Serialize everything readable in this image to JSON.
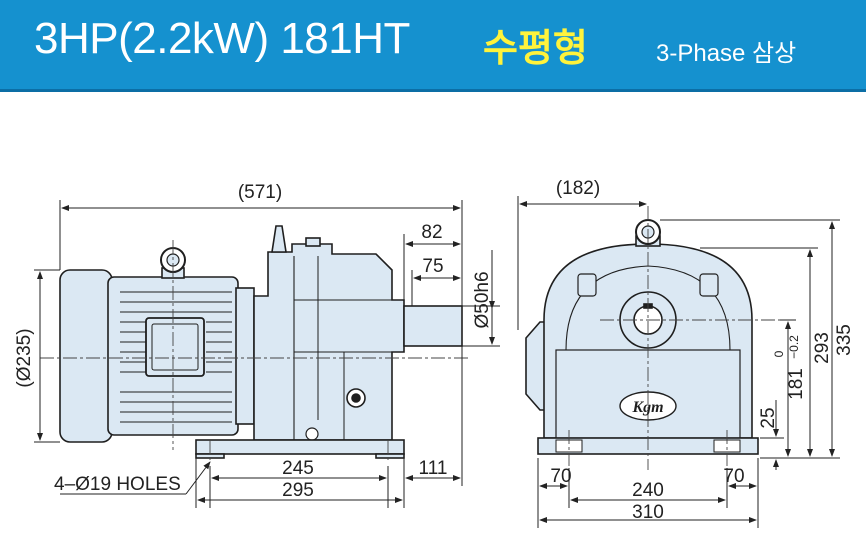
{
  "header": {
    "model": "3HP(2.2kW) 181HT",
    "type": "수평형",
    "phase": "3-Phase 삼상"
  },
  "side_view": {
    "overall_length": "(571)",
    "shaft_len_82": "82",
    "shaft_len_75": "75",
    "shaft_dia": "Ø50h6",
    "motor_dia": "(Ø235)",
    "holes": "4–Ø19 HOLES",
    "base_245": "245",
    "base_295": "295",
    "base_111": "111"
  },
  "front_view": {
    "width_182": "(182)",
    "height_335": "335",
    "height_293": "293",
    "height_181": "181",
    "tol_upper": "0",
    "tol_lower": "−0.2",
    "height_25": "25",
    "foot_70_left": "70",
    "foot_70_right": "70",
    "base_240": "240",
    "base_310": "310",
    "logo": "Kgm"
  },
  "colors": {
    "banner": "#1591cf",
    "type_text": "#fff33b",
    "body_fill": "#dbe8f3",
    "line": "#1f1f1f"
  }
}
